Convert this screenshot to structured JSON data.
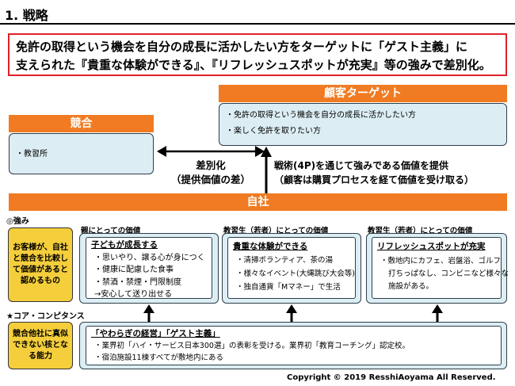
{
  "title": "1. 戦略",
  "summary": {
    "line1": "免許の取得という機会を自分の成長に活かしたい方をターゲットに「ゲスト主義」に",
    "line2": "支えられた『貴重な体験ができる』、『リフレッシュスポットが充実』等の強みで差別化。"
  },
  "customer_target": {
    "header": "顧客ターゲット",
    "items": [
      "・免許の取得という機会を自分の成長に活かしたい方",
      "・楽しく免許を取りたい方"
    ]
  },
  "competition": {
    "header": "競合",
    "item": "・教習所"
  },
  "differentiation": {
    "line1": "差別化",
    "line2": "（提供価値の差）"
  },
  "value_provision": {
    "line1": "戦術(4P)を通じて強みである価値を提供",
    "line2": "（顧客は購買プロセスを経て価値を受け取る）"
  },
  "company": {
    "header": "自社"
  },
  "strengths": {
    "label": "◎強み",
    "box_text": "お客様が、自社と競合を比較して価値があると認めるもの"
  },
  "value_parents": {
    "label": "親にとっての価値",
    "title": "子どもが成長する",
    "items": [
      "・思いやり、譲る心が身につく",
      "・健康に配慮した食事",
      "・禁酒・禁煙・門限制度",
      "→安心して送り出せる"
    ]
  },
  "value_students_1": {
    "label": "教習生（若者）にとっての価値",
    "title": "貴重な体験ができる",
    "items": [
      "・清掃ボランティア、茶の湯",
      "・様々なイベント(大縄跳び大会等)",
      "・独自通貨「Mマネー」で生活"
    ]
  },
  "value_students_2": {
    "label": "教習生（若者）にとっての価値",
    "title": "リフレッシュスポットが充実",
    "items": [
      "・敷地内にカフェ、岩盤浴、ゴルフ",
      "打ちっぱなし、コンビニなど様々な",
      "施設がある。"
    ]
  },
  "core_competence": {
    "label": "★コア・コンピタンス",
    "box_text": "競合他社に真似できない核となる能力",
    "title": "「やわらぎの経営」「ゲスト主義」",
    "items": [
      "・業界初「ハイ・サービス日本300選」の表彰を受ける。業界初「教育コーチング」認定校。",
      "・宿泊施設11棟すべてが敷地内にある"
    ]
  },
  "copyright": "Copyright © 2019 ResshiAoyama All Reserved."
}
